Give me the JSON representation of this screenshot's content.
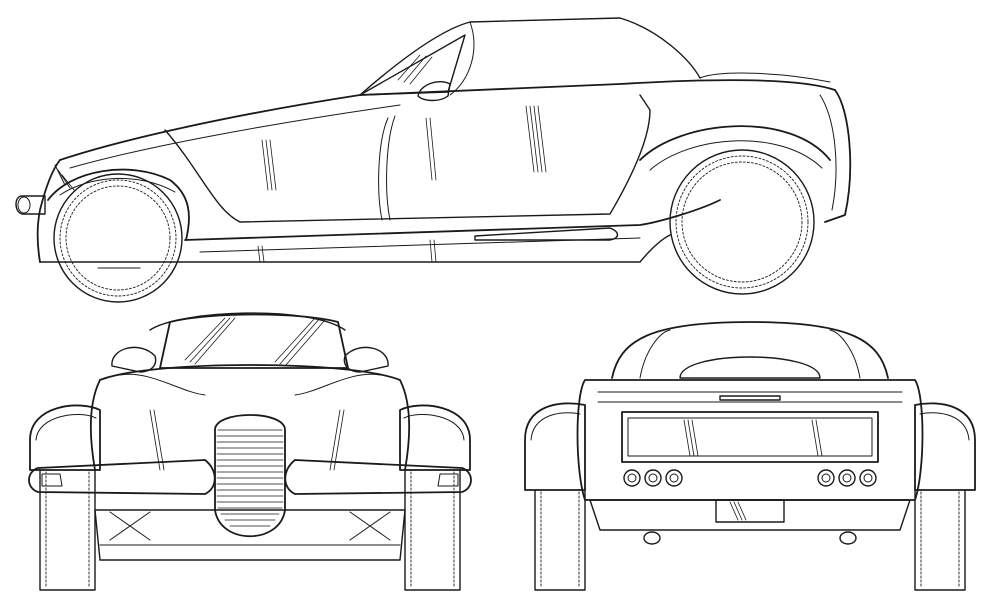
{
  "drawing": {
    "views": [
      {
        "id": "side",
        "label": ""
      },
      {
        "id": "front",
        "label": ""
      },
      {
        "id": "rear",
        "label": ""
      }
    ],
    "colors": {
      "line": "#1a1a1a",
      "background": "#ffffff"
    },
    "icons": [
      "car-side-view",
      "car-front-view",
      "car-rear-view"
    ]
  }
}
